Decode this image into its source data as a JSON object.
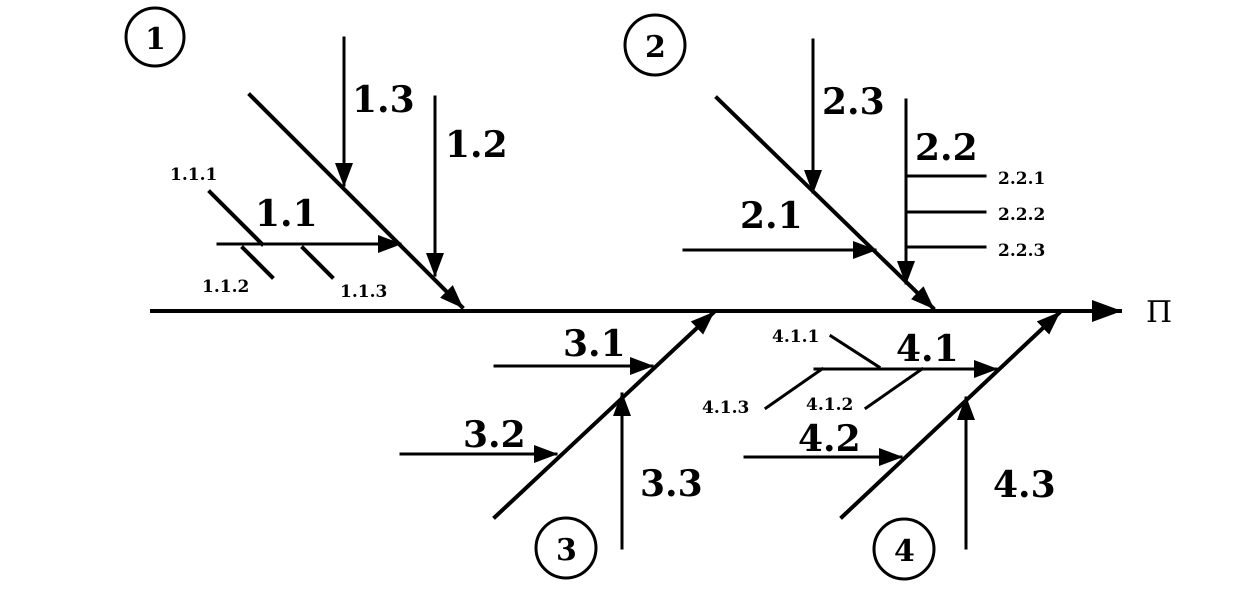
{
  "groups": [
    {
      "number": "1",
      "main": "1.1",
      "subs": [
        "1.2",
        "1.3"
      ],
      "subsubs": [
        "1.1.1",
        "1.1.2",
        "1.1.3"
      ]
    },
    {
      "number": "2",
      "main": "2.1",
      "subs": [
        "2.2",
        "2.3"
      ],
      "subsubs": [
        "2.2.1",
        "2.2.2",
        "2.2.3"
      ]
    },
    {
      "number": "3",
      "main": "3.1",
      "subs": [
        "3.2",
        "3.3"
      ],
      "subsubs": []
    },
    {
      "number": "4",
      "main": "4.1",
      "subs": [
        "4.2",
        "4.3"
      ],
      "subsubs": [
        "4.1.1",
        "4.1.2",
        "4.1.3"
      ]
    }
  ],
  "result_label": "П"
}
